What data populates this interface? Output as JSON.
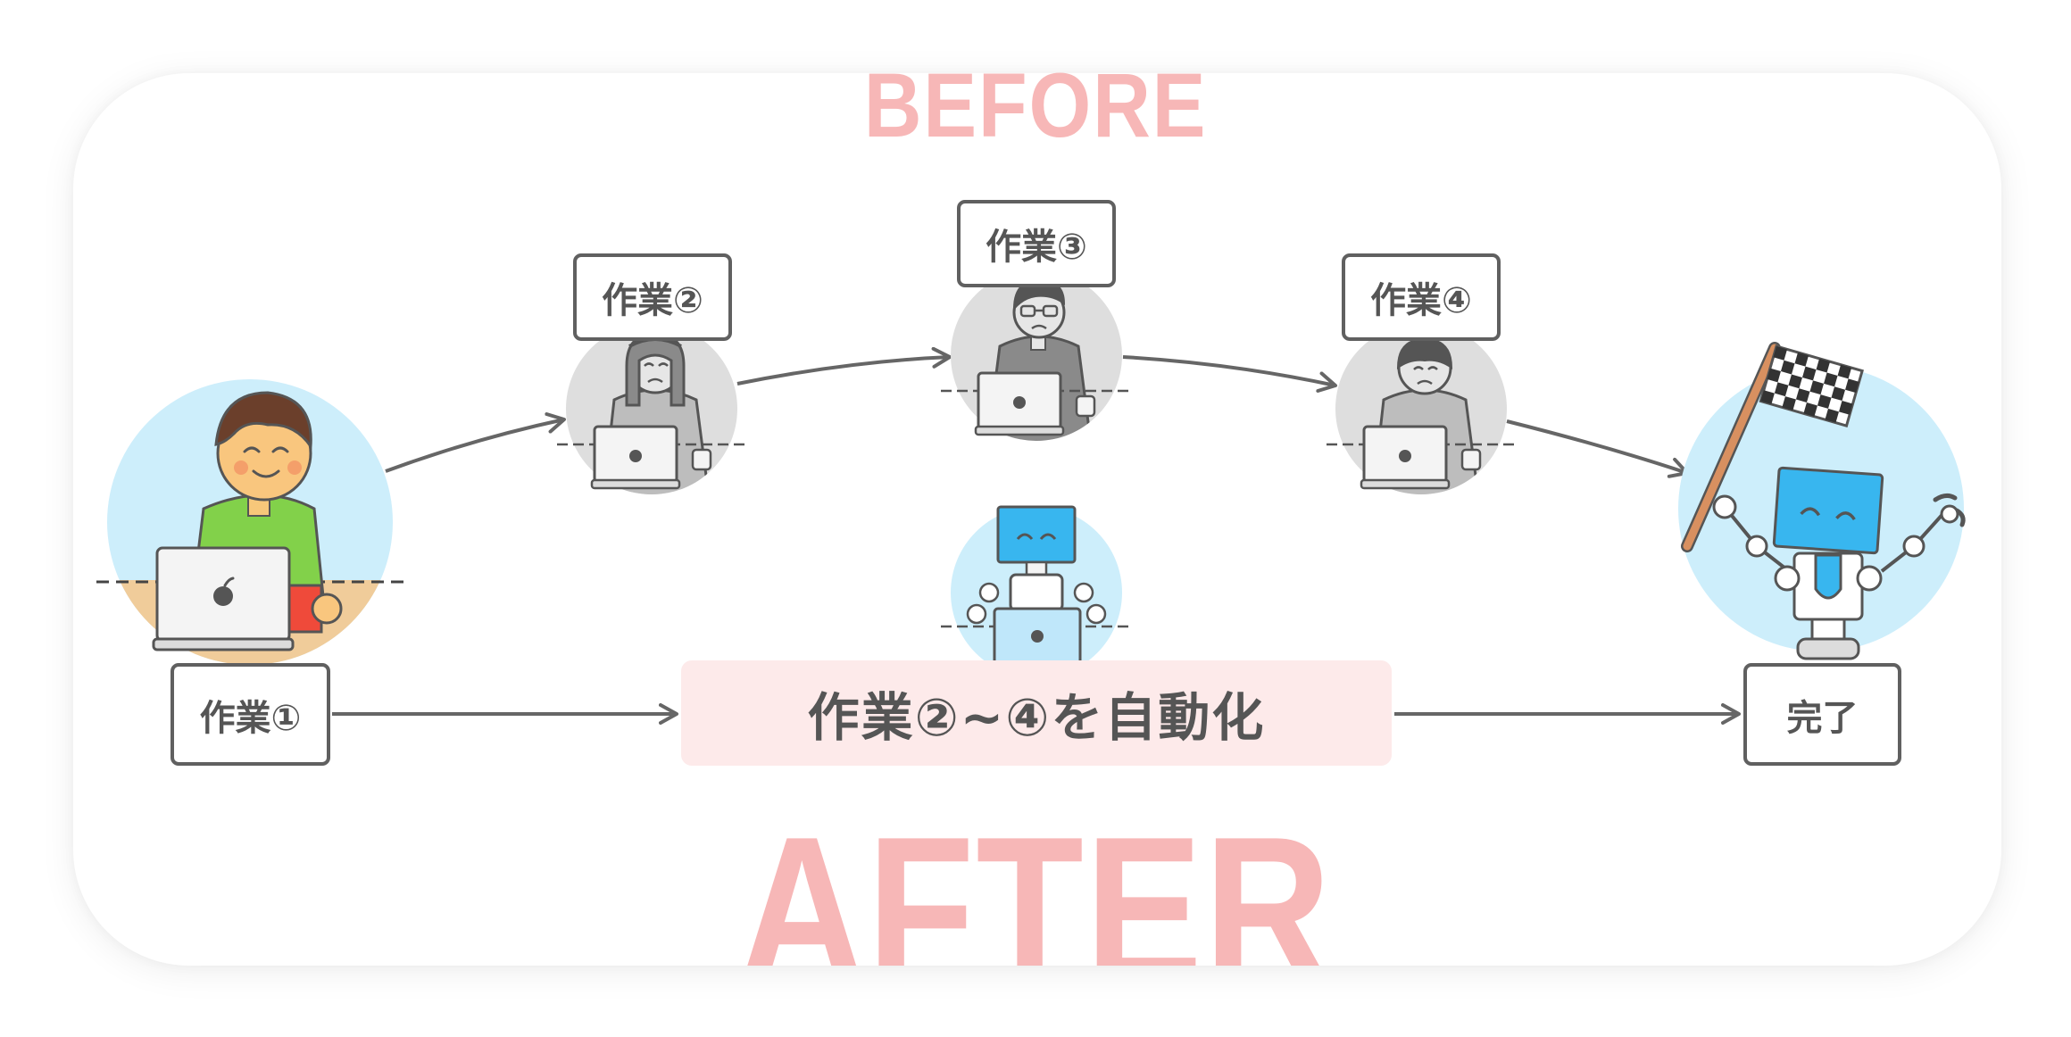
{
  "headings": {
    "before": "BEFORE",
    "after": "AFTER"
  },
  "tasks": {
    "task1": "作業①",
    "task2": "作業②",
    "task3": "作業③",
    "task4": "作業④",
    "automated": "作業②~④を自動化",
    "done": "完了"
  },
  "colors": {
    "heading": "#f7b7b7",
    "box_border": "#606060",
    "box_text": "#555555",
    "auto_box_fill": "#fdeaea",
    "arrow": "#666666",
    "person_circle": "#cdeefb",
    "grey_circle": "#dedede",
    "robot_blue": "#38b6ef"
  },
  "icons": {
    "worker": "person-at-laptop-icon",
    "sad_worker": "sad-person-at-laptop-icon",
    "robot": "robot-at-laptop-icon",
    "flag_robot": "robot-with-checkered-flag-icon"
  }
}
